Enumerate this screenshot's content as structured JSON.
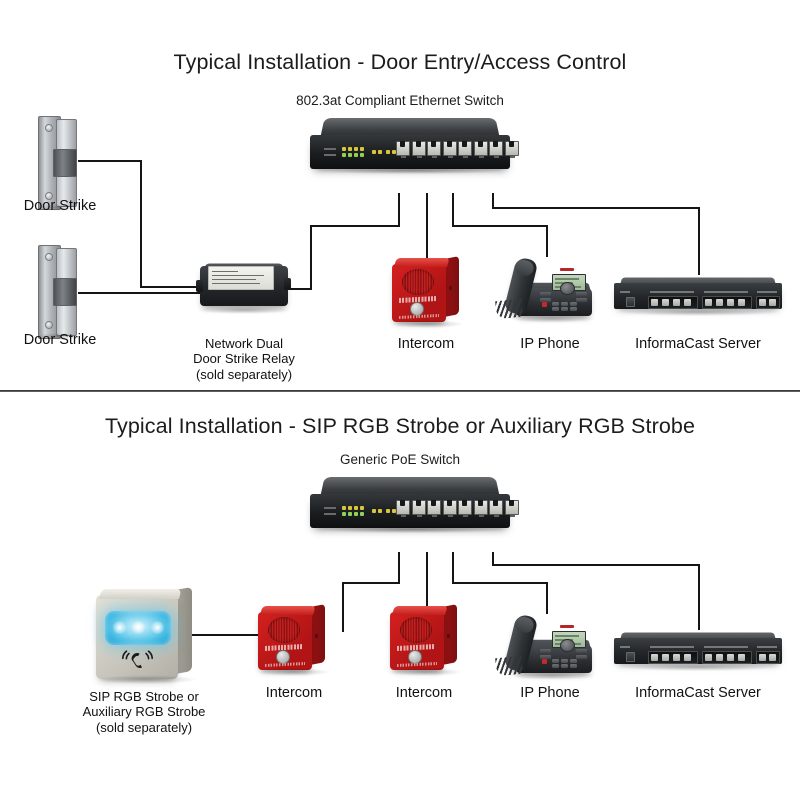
{
  "panels": [
    {
      "title": "Typical Installation - Door Entry/Access Control",
      "switch_label": "802.3at Compliant Ethernet Switch",
      "devices": {
        "door_strike_top": "Door Strike",
        "door_strike_bottom": "Door Strike",
        "relay_line1": "Network Dual",
        "relay_line2": "Door Strike Relay",
        "relay_line3": "(sold separately)",
        "intercom": "Intercom",
        "ip_phone": "IP Phone",
        "server": "InformaCast Server"
      }
    },
    {
      "title": "Typical Installation - SIP RGB Strobe or Auxiliary RGB Strobe",
      "switch_label": "Generic PoE Switch",
      "devices": {
        "strobe_line1": "SIP RGB Strobe or",
        "strobe_line2": "Auxiliary RGB Strobe",
        "strobe_line3": "(sold separately)",
        "intercom_left": "Intercom",
        "intercom_right": "Intercom",
        "ip_phone": "IP Phone",
        "server": "InformaCast Server"
      }
    }
  ],
  "icons": {
    "strobe_glyph": "ringing-phone-icon",
    "intercom_button": "call-button-icon",
    "switch_ports": "rj45-port-icon"
  },
  "colors": {
    "intercom_red": "#c41e1d",
    "strobe_blue": "#35b4e0",
    "wire": "#151515",
    "chassis_dark": "#232629",
    "background": "#ffffff"
  },
  "switch_port_count": 8
}
